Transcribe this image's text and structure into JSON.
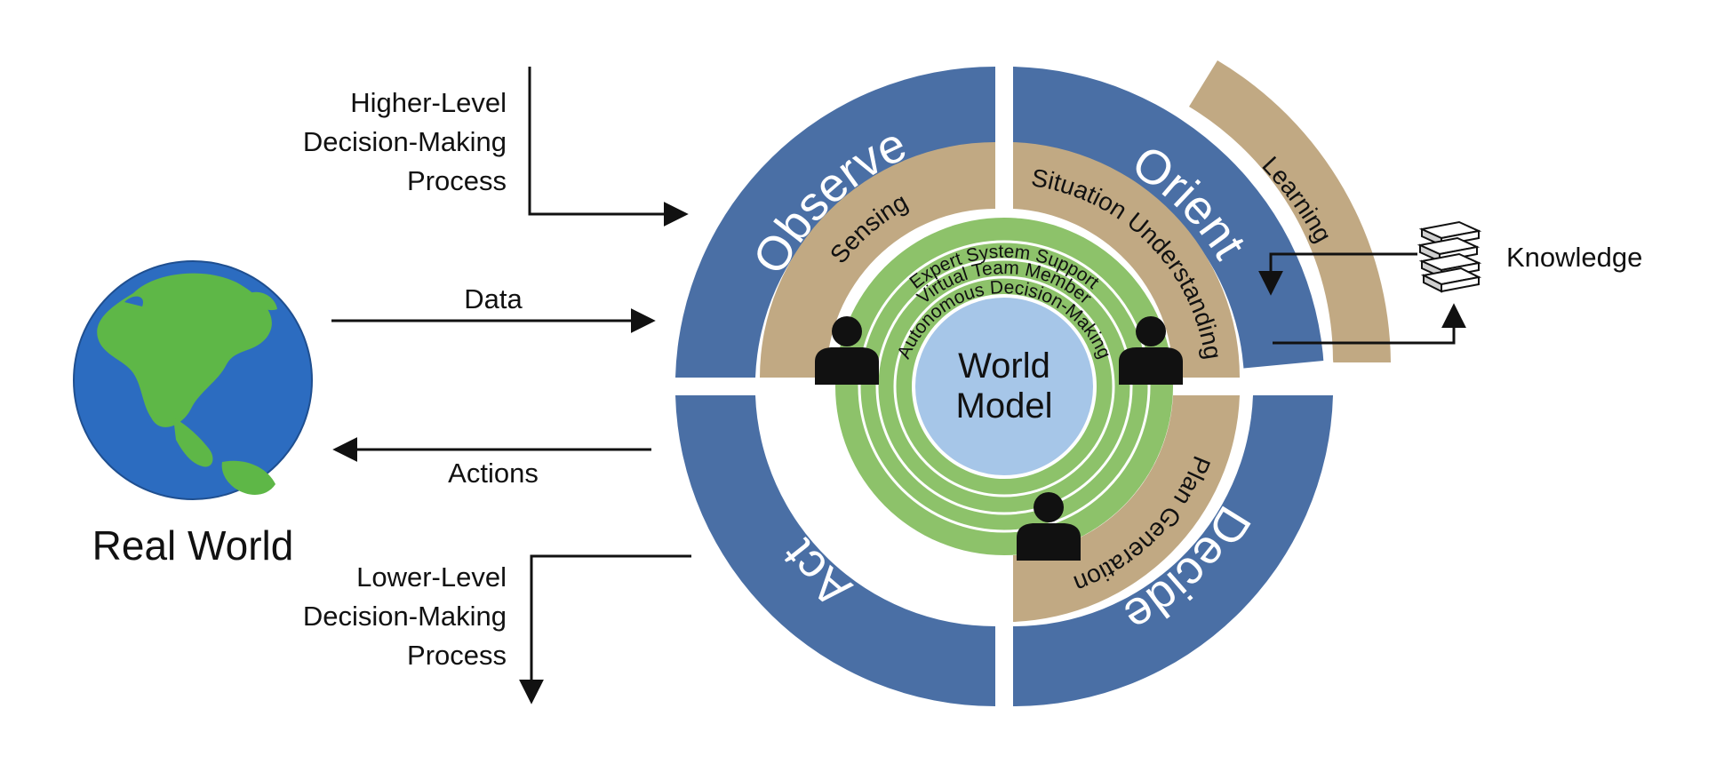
{
  "left": {
    "higher_level": [
      "Higher-Level",
      "Decision-Making",
      "Process"
    ],
    "data_label": "Data",
    "actions_label": "Actions",
    "lower_level": [
      "Lower-Level",
      "Decision-Making",
      "Process"
    ],
    "real_world": "Real World"
  },
  "right": {
    "knowledge": "Knowledge"
  },
  "cycle": {
    "observe": "Observe",
    "orient": "Orient",
    "decide": "Decide",
    "act": "Act"
  },
  "inner": {
    "sensing": "Sensing",
    "situation_understanding": "Situation Understanding",
    "plan_generation": "Plan Generation",
    "learning": "Learning"
  },
  "green_rings": {
    "expert": "Expert System Support",
    "virtual": "Virtual Team Member",
    "autonomous": "Autonomous Decision-Making"
  },
  "center": {
    "line1": "World",
    "line2": "Model"
  },
  "colors": {
    "blue_ring": "#4a6fa5",
    "tan": "#c1a983",
    "green": "#8dc26a",
    "world_model": "#a6c6e8",
    "earth_ocean": "#2c6cc0",
    "earth_land": "#5eb747"
  }
}
